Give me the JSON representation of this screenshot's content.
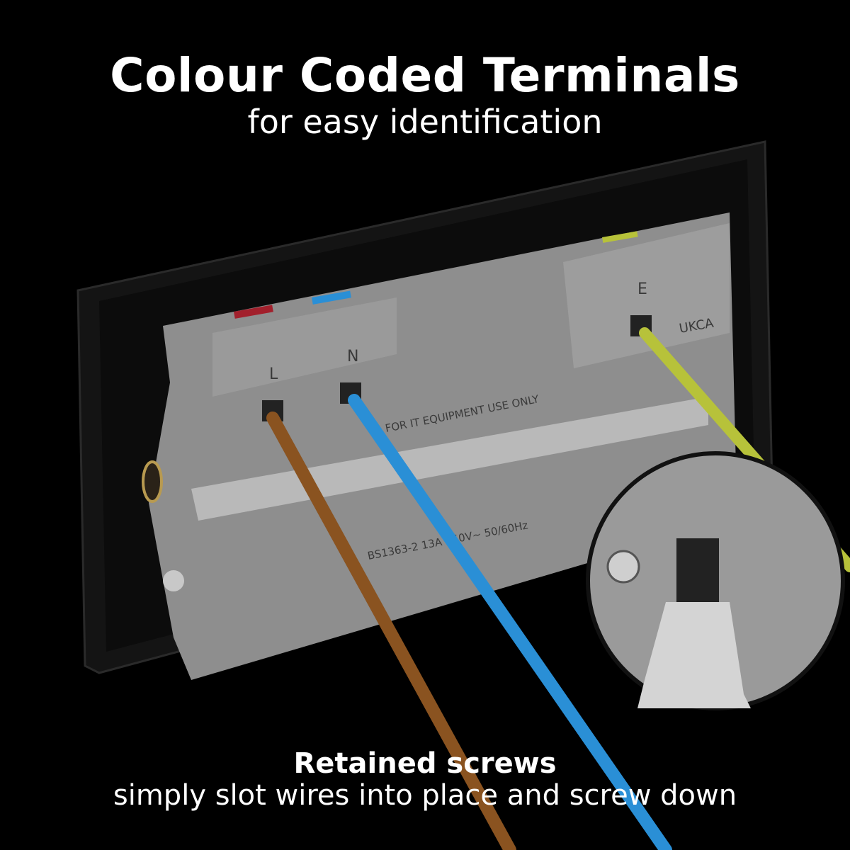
{
  "header": {
    "title": "Colour Coded Terminals",
    "subtitle": "for easy identification"
  },
  "caption": {
    "title": "Retained screws",
    "subtitle": "simply slot wires into place and screw down"
  },
  "product_markings": {
    "live": "L",
    "neutral": "N",
    "earth": "E",
    "cert": "UKCA",
    "notice": "FOR IT EQUIPMENT USE ONLY",
    "rating": "BS1363-2  13A  250V~  50/60Hz"
  },
  "colors": {
    "background": "#000000",
    "live_wire": "#8a5320",
    "neutral_wire": "#2a8fd6",
    "earth_wire": "#b7c23a",
    "housing": "#8e8e8e",
    "plate": "#161616"
  }
}
